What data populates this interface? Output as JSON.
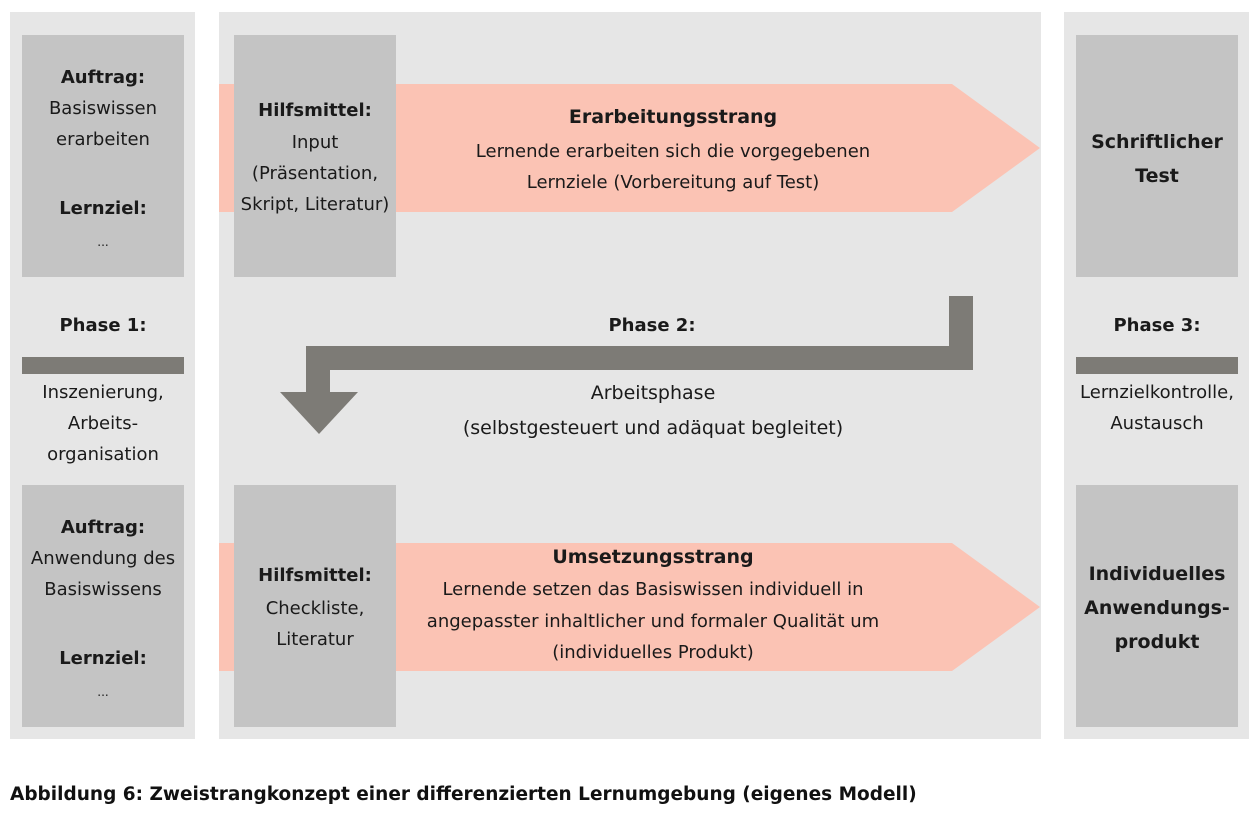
{
  "phase1": {
    "top": {
      "auftrag_label": "Auftrag:",
      "auftrag_text": [
        "Basiswissen",
        "erarbeiten"
      ],
      "lernziel_label": "Lernziel:",
      "lernziel_text": "..."
    },
    "title": "Phase 1:",
    "description": [
      "Inszenierung,",
      "Arbeits-",
      "organisation"
    ],
    "bottom": {
      "auftrag_label": "Auftrag:",
      "auftrag_text": [
        "Anwendung des",
        "Basiswissens"
      ],
      "lernziel_label": "Lernziel:",
      "lernziel_text": "..."
    }
  },
  "phase2": {
    "top": {
      "hilfsmittel_label": "Hilfsmittel:",
      "hilfsmittel_text": [
        "Input",
        "(Präsentation,",
        "Skript, Literatur)"
      ],
      "strand_title": "Erarbeitungsstrang",
      "strand_text": [
        "Lernende erarbeiten sich die vorgegebenen",
        "Lernziele (Vorbereitung auf Test)"
      ]
    },
    "title": "Phase 2:",
    "description": [
      "Arbeitsphase",
      "(selbstgesteuert und adäquat begleitet)"
    ],
    "bottom": {
      "hilfsmittel_label": "Hilfsmittel:",
      "hilfsmittel_text": [
        "Checkliste,",
        "Literatur"
      ],
      "strand_title": "Umsetzungsstrang",
      "strand_text": [
        "Lernende setzen das Basiswissen individuell in",
        "angepasster inhaltlicher und formaler Qualität um",
        "(individuelles Produkt)"
      ]
    }
  },
  "phase3": {
    "top": [
      "Schriftlicher",
      "Test"
    ],
    "title": "Phase 3:",
    "description": [
      "Lernzielkontrolle,",
      "Austausch"
    ],
    "bottom": [
      "Individuelles",
      "Anwendungs-",
      "produkt"
    ]
  },
  "caption": "Abbildung 6: Zweistrangkonzept einer differenzierten Lernumgebung (eigenes Modell)",
  "colors": {
    "panel": "#e6e6e6",
    "box": "#c4c4c4",
    "strand_arrow": "#fbc3b4",
    "connector": "#7d7b76"
  }
}
